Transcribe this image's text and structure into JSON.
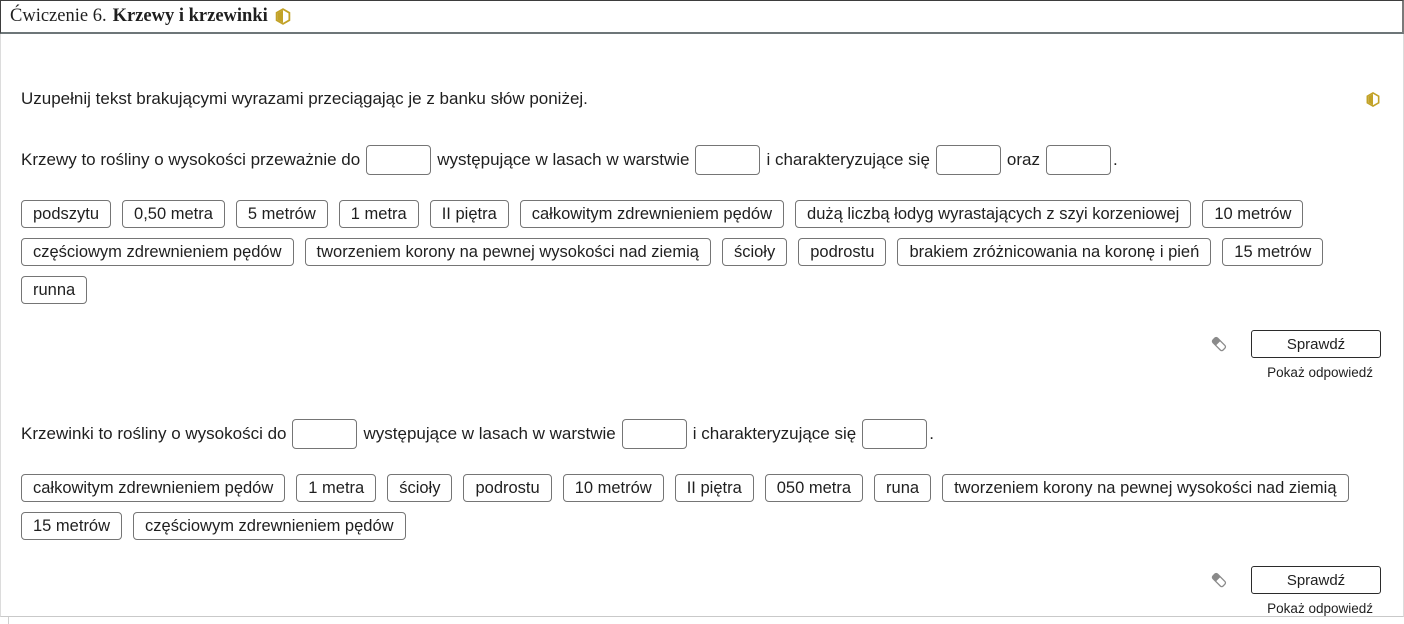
{
  "header": {
    "exercise_label": "Ćwiczenie 6.",
    "exercise_title": "Krzewy i krzewinki"
  },
  "instruction": "Uzupełnij tekst brakującymi wyrazami przeciągając je z banku słów poniżej.",
  "exercise1": {
    "sentence_parts": [
      "Krzewy to rośliny o wysokości przeważnie do",
      "występujące w lasach w warstwie",
      "i charakteryzujące się",
      "oraz",
      "."
    ],
    "word_bank": [
      "podszytu",
      "0,50 metra",
      "5 metrów",
      "1 metra",
      "II piętra",
      "całkowitym zdrewnieniem pędów",
      "dużą liczbą łodyg wyrastających z szyi korzeniowej",
      "10 metrów",
      "częściowym zdrewnieniem pędów",
      "tworzeniem korony na pewnej wysokości nad ziemią",
      "ścioły",
      "podrostu",
      "brakiem zróżnicowania na koronę i pień",
      "15 metrów",
      "runna"
    ],
    "check_button": "Sprawdź",
    "show_answer": "Pokaż odpowiedź"
  },
  "exercise2": {
    "sentence_parts": [
      "Krzewinki to rośliny o wysokości do",
      "występujące w lasach w warstwie",
      "i charakteryzujące się",
      "."
    ],
    "word_bank": [
      "całkowitym zdrewnieniem pędów",
      "1 metra",
      "ścioły",
      "podrostu",
      "10 metrów",
      "II piętra",
      "050 metra",
      "runa",
      "tworzeniem korony na pewnej wysokości nad ziemią",
      "15 metrów",
      "częściowym zdrewnieniem pędów"
    ],
    "check_button": "Sprawdź",
    "show_answer": "Pokaż odpowiedź"
  },
  "colors": {
    "accent_gold": "#c2a227",
    "tile_border": "#757575",
    "titlebar_border": "#3d3d3d",
    "content_border": "#dcdcdc"
  }
}
